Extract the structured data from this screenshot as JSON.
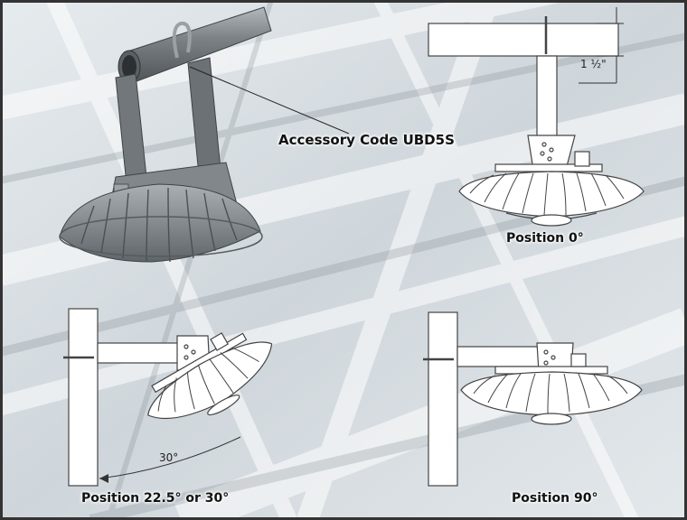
{
  "labels": {
    "accessory_code": "Accessory Code UBD5S",
    "position_0": "Position 0°",
    "position_22": "Position 22.5° or 30°",
    "position_90": "Position 90°"
  },
  "dimensions": {
    "bracket_offset": "1 ½\"",
    "tilt_angle": "30°"
  },
  "colors": {
    "background": "#dde3e8",
    "frame": "#333333",
    "metal": "#8c9296",
    "metal_dark": "#5c6266",
    "line_art": "#444444"
  },
  "icons": [
    "ufo-highbay-fixture-icon",
    "pipe-mount-bracket-icon"
  ]
}
